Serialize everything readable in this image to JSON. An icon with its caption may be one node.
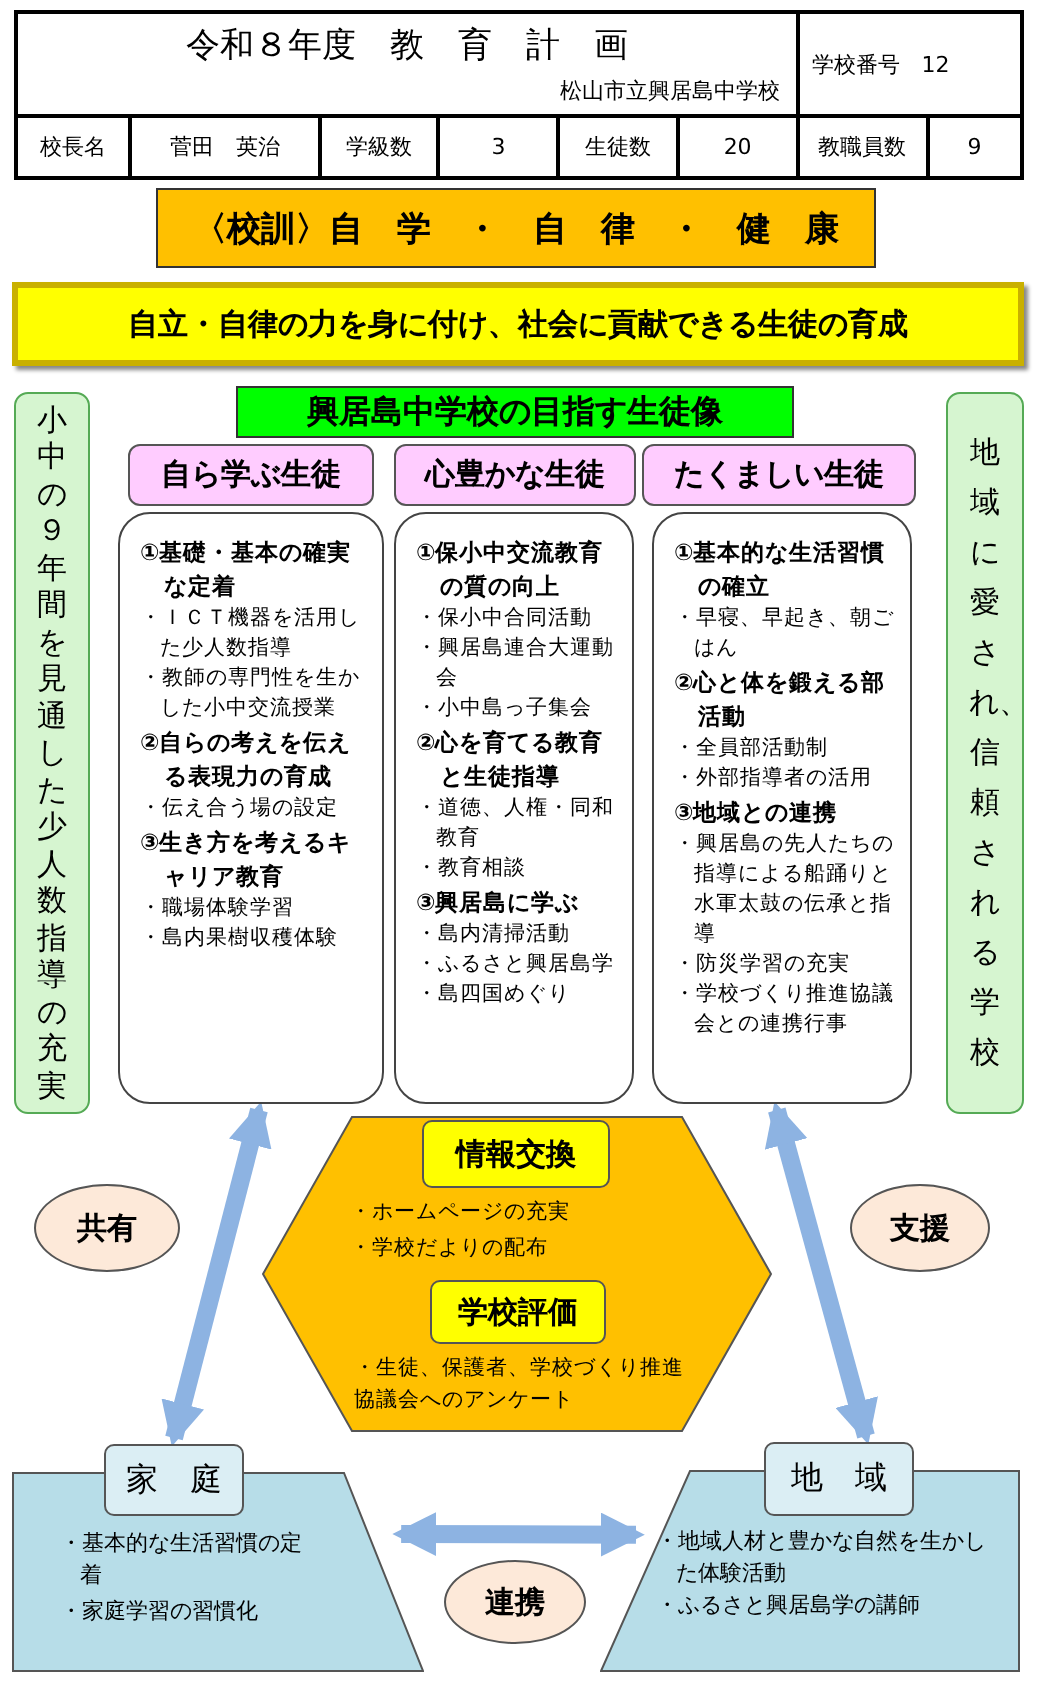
{
  "diagram": {
    "nodes": [
      {
        "text": [
          "〈校訓〉自　学　・　自　律　・　健　康"
        ]
      },
      {
        "text": [
          "自立・自律の力を身に付け、社会に貢献できる生徒の育成"
        ]
      },
      {
        "text": [
          "興居島中学校の目指す生徒像"
        ]
      },
      {
        "text": [
          "小中の９年間を見通した少人数指導の充実"
        ]
      },
      {
        "text": [
          "地域に愛され、信頼される学校"
        ]
      },
      {
        "text": [
          "自ら学ぶ生徒"
        ]
      },
      {
        "text": [
          "心豊かな生徒"
        ]
      },
      {
        "text": [
          "たくましい生徒"
        ]
      },
      {
        "text": [
          "①基礎・基本の確実な定着",
          "・ＩＣＴ機器を活用した少人数指導",
          "・教師の専門性を生かした小中交流授業",
          "②自らの考えを伝える表現力の育成",
          "・伝え合う場の設定",
          "③生き方を考えるキャリア教育",
          "・職場体験学習",
          "・島内果樹収穫体験"
        ]
      },
      {
        "text": [
          "①保小中交流教育の質の向上",
          "・保小中合同活動",
          "・興居島連合大運動会",
          "・小中島っ子集会",
          "②心を育てる教育と生徒指導",
          "・道徳、人権・同和教育",
          "・教育相談",
          "③興居島に学ぶ",
          "・島内清掃活動",
          "・ふるさと興居島学",
          "・島四国めぐり"
        ]
      },
      {
        "text": [
          "①基本的な生活習慣の確立",
          "・早寝、早起き、朝ごはん",
          "②心と体を鍛える部活動",
          "・全員部活動制",
          "・外部指導者の活用",
          "③地域との連携",
          "・興居島の先人たちの指導による船踊りと水軍太鼓の伝承と指導",
          "・防災学習の充実",
          "・学校づくり推進協議会との連携行事"
        ]
      },
      {
        "text": [
          "・ホームページの充実",
          "・学校だよりの配布",
          "・生徒、保護者、学校づくり推進協議会へのアンケート"
        ]
      },
      {
        "text": [
          "情報交換"
        ],
        "in": 11
      },
      {
        "text": [
          "学校評価"
        ],
        "in": 11
      },
      {
        "text": [
          "共有"
        ]
      },
      {
        "text": [
          "支援"
        ]
      },
      {
        "text": [
          "家　庭"
        ]
      },
      {
        "text": [
          "・基本的な生活習慣の定着",
          "・家庭学習の習慣化"
        ]
      },
      {
        "text": [
          "地　域"
        ]
      },
      {
        "text": [
          "・地域人材と豊かな自然を生かした体験活動",
          "・ふるさと興居島学の講師"
        ]
      },
      {
        "text": [
          "連携"
        ]
      }
    ],
    "edges": [
      {
        "from": 8,
        "to": 16,
        "arrow": "both"
      },
      {
        "from": 10,
        "to": 18,
        "arrow": "both"
      },
      {
        "from": 17,
        "to": 19,
        "arrow": "both"
      }
    ],
    "labels": [
      "令和８年度　教　育　計　画",
      "松山市立興居島中学校",
      "学校番号　12",
      "校長名",
      "菅田　英治",
      "学級数",
      "3",
      "生徒数",
      "20",
      "教職員数",
      "9"
    ]
  }
}
